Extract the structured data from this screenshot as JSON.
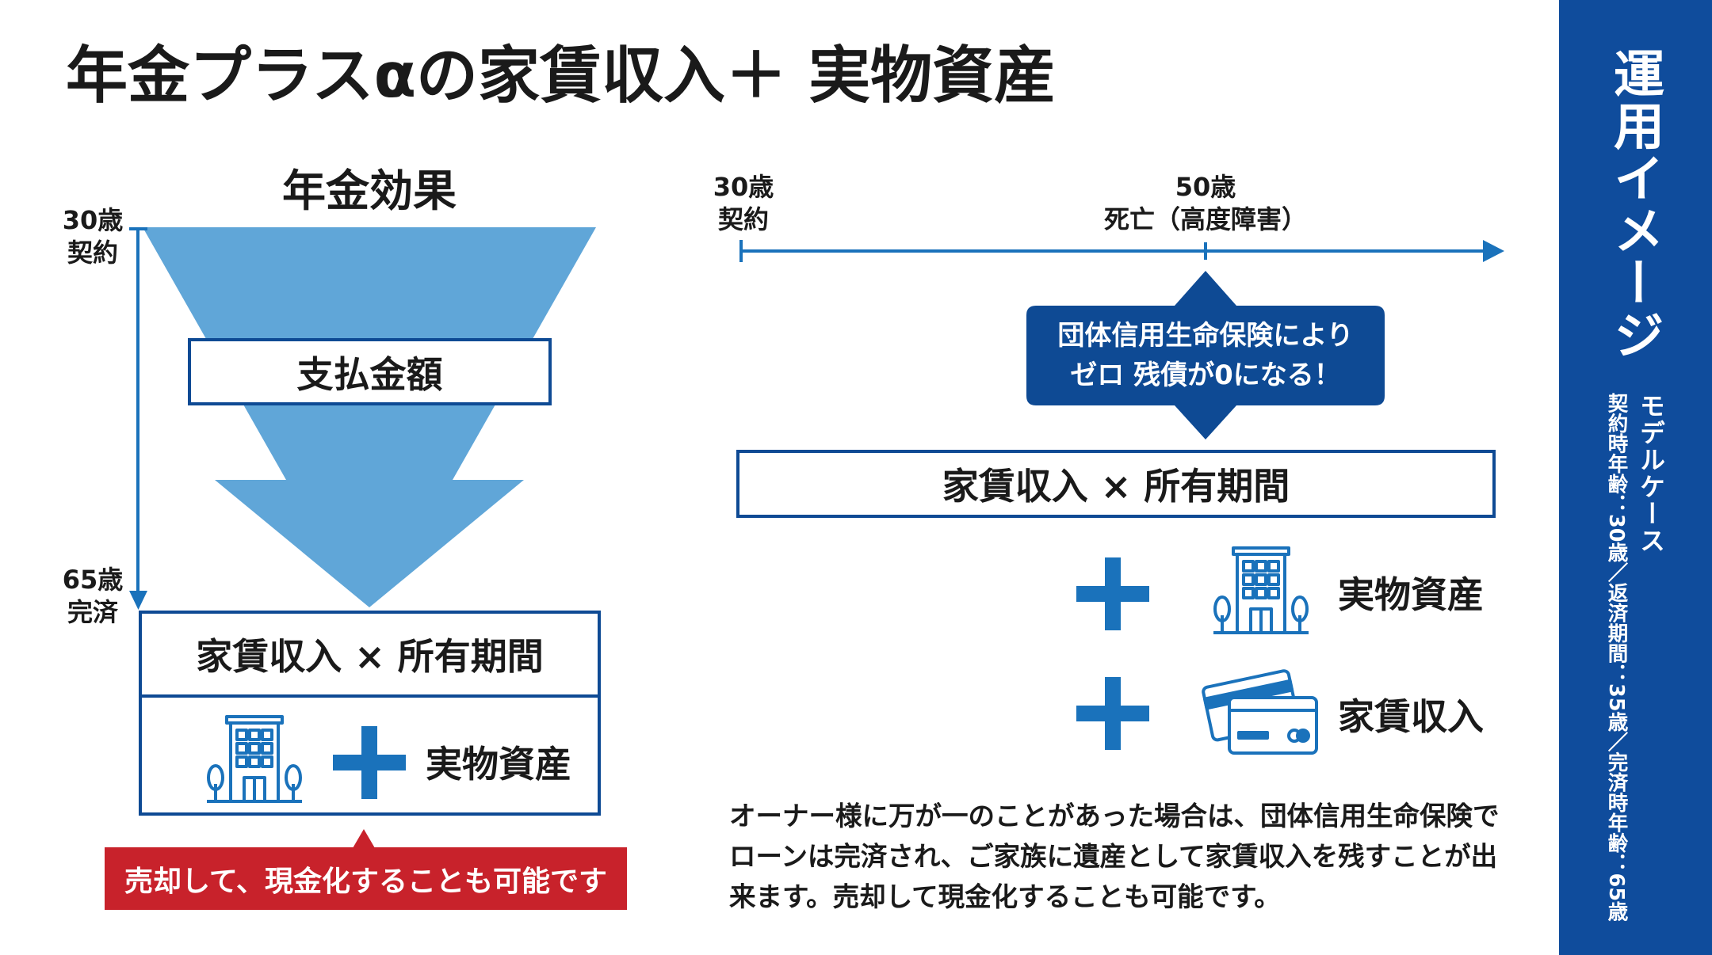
{
  "title": "年金プラスαの家賃収入＋ 実物資産",
  "left": {
    "heading": "年金効果",
    "start": {
      "age": "30歳",
      "event": "契約"
    },
    "end": {
      "age": "65歳",
      "event": "完済"
    },
    "payment_box": "支払金額",
    "result_formula": "家賃収入 × 所有期間",
    "result_asset": "実物資産",
    "banner": "売却して、現金化することも可能です"
  },
  "right": {
    "timeline_start": {
      "age": "30歳",
      "event": "契約"
    },
    "timeline_mid": {
      "age": "50歳",
      "event": "死亡（高度障害）"
    },
    "callout_lines": [
      "団体信用生命保険により",
      "ゼロ 残債が0になる！"
    ],
    "formula_box": "家賃収入 × 所有期間",
    "items": [
      {
        "icon": "building-icon",
        "label": "実物資産"
      },
      {
        "icon": "credit-card-icon",
        "label": "家賃収入"
      }
    ],
    "paragraph_lines": [
      "オーナー様に万が一のことがあった場合は、団体信用生命保険で",
      "ローンは完済され、ご家族に遺産として家賃収入を残すことが出",
      "来ます。売却して現金化することも可能です。"
    ]
  },
  "sidebar": {
    "heading": "運用イメージ",
    "subheading": "モデルケース",
    "details": "契約時年齢：30歳／返済期間：35歳／完済時年齢：65歳"
  },
  "icons": {
    "left_asset": "building-icon",
    "plus": "plus-icon",
    "timeline_arrow": "arrow-icon"
  },
  "colors": {
    "sidebar": "#0f4c9c",
    "box_border": "#0e4a94",
    "accent_blue": "#1a72bb",
    "funnel": "#60a6d8",
    "banner_red": "#c8222b",
    "text": "#1a1a1a"
  }
}
